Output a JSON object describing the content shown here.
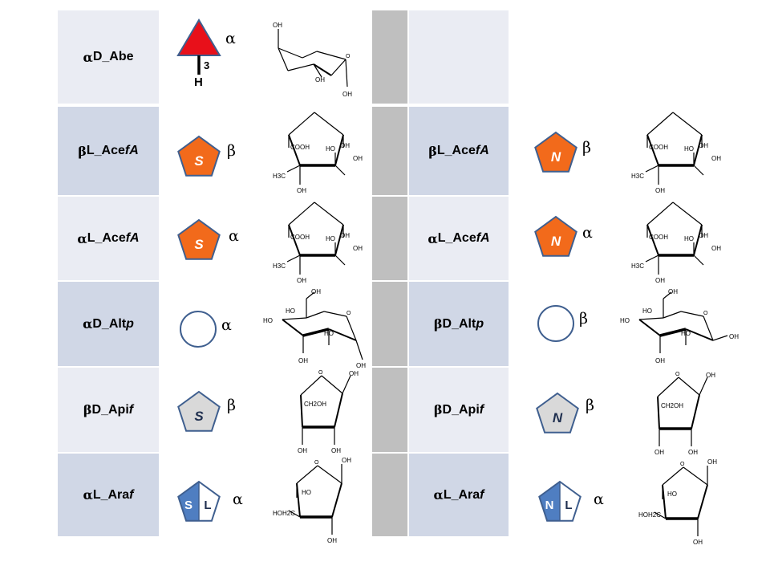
{
  "colors": {
    "light_cell": "#eaecf3",
    "dark_cell": "#d0d7e6",
    "grey_divider": "#bfbfbf",
    "orange": "#f26a1b",
    "red": "#e8101a",
    "blue": "#4f7ec1",
    "grey_fill": "#d9d9d9",
    "outline": "#3f5f8f"
  },
  "left_rows": [
    {
      "prefix": "α",
      "name": "D_Abe",
      "suffix": "",
      "anomer": "α",
      "symbol": "red-triangle-icon",
      "glyph_letter": "",
      "substituent_text": "3",
      "substituent_atom": "H"
    },
    {
      "prefix": "β",
      "name": "L_Ace",
      "suffix": "fA",
      "anomer": "β",
      "symbol": "orange-pentagon-icon",
      "glyph_letter": "S"
    },
    {
      "prefix": "α",
      "name": "L_Ace",
      "suffix": "fA",
      "anomer": "α",
      "symbol": "orange-pentagon-icon",
      "glyph_letter": "S"
    },
    {
      "prefix": "α",
      "name": "D_Alt",
      "suffix": "p",
      "anomer": "α",
      "symbol": "white-circle-icon",
      "glyph_letter": ""
    },
    {
      "prefix": "β",
      "name": "D_Api",
      "suffix": "f",
      "anomer": "β",
      "symbol": "grey-pentagon-icon",
      "glyph_letter": "S"
    },
    {
      "prefix": "α",
      "name": "L_Ara",
      "suffix": "f",
      "anomer": "α",
      "symbol": "blue-white-pentagon-icon",
      "glyph_letter": "S",
      "glyph_letter2": "L"
    }
  ],
  "right_rows": [
    {
      "prefix": "",
      "name": "",
      "suffix": "",
      "anomer": "",
      "symbol": "",
      "glyph_letter": ""
    },
    {
      "prefix": "β",
      "name": "L_Ace",
      "suffix": "fA",
      "anomer": "β",
      "symbol": "orange-pentagon-icon",
      "glyph_letter": "N"
    },
    {
      "prefix": "α",
      "name": "L_Ace",
      "suffix": "fA",
      "anomer": "α",
      "symbol": "orange-pentagon-icon",
      "glyph_letter": "N"
    },
    {
      "prefix": "β",
      "name": "D_Alt",
      "suffix": "p",
      "anomer": "β",
      "symbol": "white-circle-icon",
      "glyph_letter": ""
    },
    {
      "prefix": "β",
      "name": "D_Api",
      "suffix": "f",
      "anomer": "β",
      "symbol": "grey-pentagon-icon",
      "glyph_letter": "N"
    },
    {
      "prefix": "α",
      "name": "L_Ara",
      "suffix": "f",
      "anomer": "α",
      "symbol": "blue-white-pentagon-icon",
      "glyph_letter": "N",
      "glyph_letter2": "L"
    }
  ],
  "structure_labels": {
    "oh": "OH",
    "ho": "HO",
    "cooh": "COOH",
    "cooh_alt": "COO H",
    "h3c": "H3C",
    "ch2oh": "CH2OH",
    "hoh2c": "HOH2C"
  }
}
